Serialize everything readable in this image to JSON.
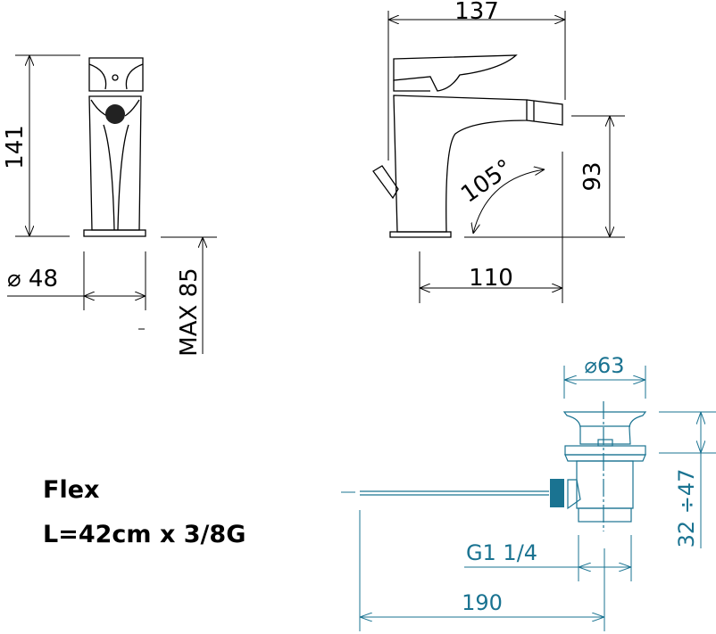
{
  "front_view": {
    "height": "141",
    "diameter": "⌀ 48",
    "max_thickness": "MAX 85"
  },
  "side_view": {
    "length": "137",
    "spout_height": "93",
    "reach": "110",
    "angle": "105°"
  },
  "waste": {
    "diameter": "⌀63",
    "adjustable_range": "32 ÷47",
    "thread": "G1 1/4",
    "length": "190"
  },
  "labels": {
    "name": "Flex",
    "spec": "L=42cm x 3/8G"
  },
  "colors": {
    "line": "#000000",
    "accent": "#1a7391"
  }
}
